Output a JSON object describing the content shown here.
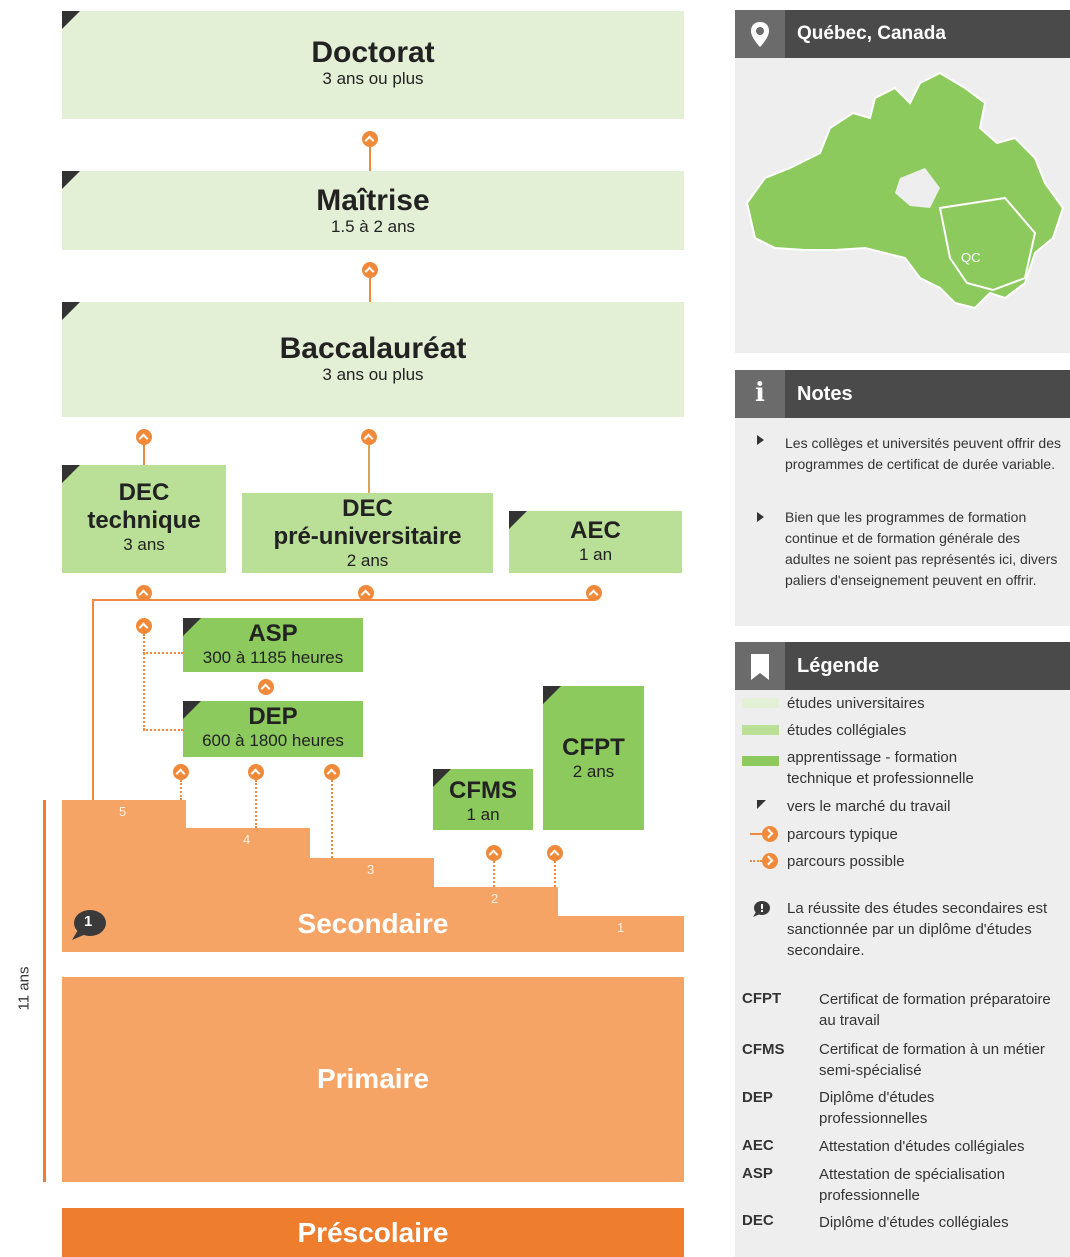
{
  "levels": {
    "doctorat": {
      "title": "Doctorat",
      "sub": "3 ans ou plus"
    },
    "maitrise": {
      "title": "Maîtrise",
      "sub": "1.5 à 2 ans"
    },
    "bacc": {
      "title": "Baccalauréat",
      "sub": "3 ans ou plus"
    },
    "dec_tech": {
      "title1": "DEC",
      "title2": "technique",
      "sub": "3 ans"
    },
    "dec_pre": {
      "title1": "DEC",
      "title2": "pré-universitaire",
      "sub": "2 ans"
    },
    "aec": {
      "title": "AEC",
      "sub": "1 an"
    },
    "asp": {
      "title": "ASP",
      "sub": "300 à 1185 heures"
    },
    "dep": {
      "title": "DEP",
      "sub": "600 à 1800 heures"
    },
    "cfms": {
      "title": "CFMS",
      "sub": "1 an"
    },
    "cfpt": {
      "title": "CFPT",
      "sub": "2 ans"
    },
    "secondaire": "Secondaire",
    "primaire": "Primaire",
    "prescolaire": "Préscolaire",
    "steps": [
      "5",
      "4",
      "3",
      "2",
      "1"
    ],
    "badge": "1",
    "years": "11 ans"
  },
  "location": {
    "title": "Québec, Canada",
    "map_label": "QC"
  },
  "notes": {
    "title": "Notes",
    "items": [
      "Les collèges et universités peuvent offrir des programmes de certificat de durée variable.",
      "Bien que les programmes de formation continue et de formation générale des adultes ne soient pas représentés ici, divers paliers d'enseignement peuvent en offrir."
    ]
  },
  "legend": {
    "title": "Légende",
    "items": [
      "études universitaires",
      "études collégiales",
      "apprentissage - formation technique et professionnelle",
      "vers le marché du travail",
      "parcours typique",
      "parcours possible"
    ],
    "bubble_note": "La réussite des études secondaires est sanctionnée par un diplôme d'études secondaire.",
    "abbreviations": [
      {
        "abbr": "CFPT",
        "def": "Certificat de formation préparatoire au travail"
      },
      {
        "abbr": "CFMS",
        "def": "Certificat de formation à un métier semi-spécialisé"
      },
      {
        "abbr": "DEP",
        "def": "Diplôme d'études professionnelles"
      },
      {
        "abbr": "AEC",
        "def": "Attestation d'études collégiales"
      },
      {
        "abbr": "ASP",
        "def": "Attestation de spécialisation professionnelle"
      },
      {
        "abbr": "DEC",
        "def": "Diplôme d'études collégiales"
      }
    ]
  },
  "colors": {
    "university": "#e4f0d5",
    "college": "#badf96",
    "apprenticeship": "#8cca5d",
    "school": "#f5a466",
    "preschool": "#ee7d2d",
    "path": "#f08a3a"
  }
}
